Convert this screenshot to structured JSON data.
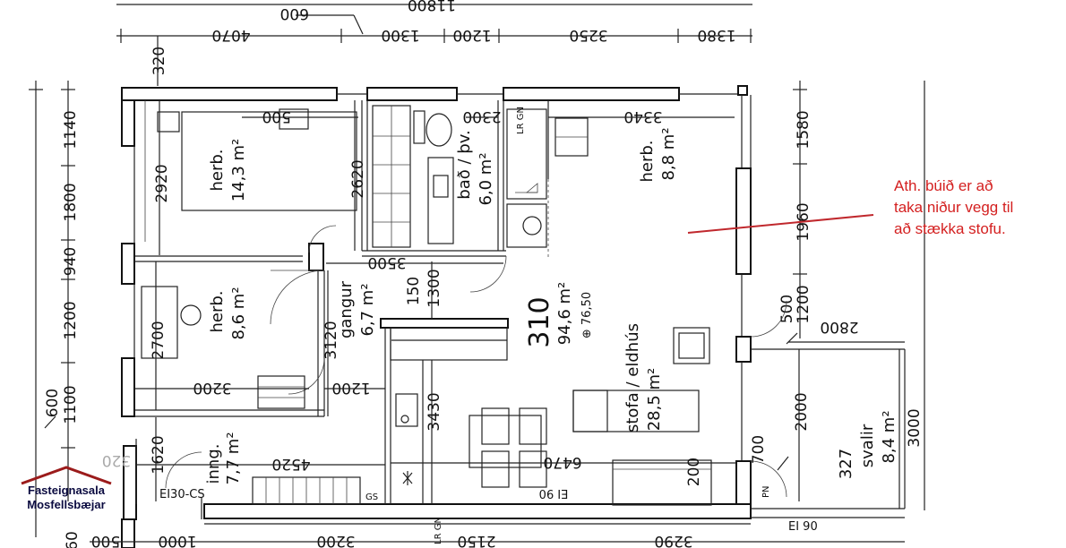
{
  "overall_dims": {
    "top_total": "11800",
    "top_600": "600",
    "top_segments": [
      "4070",
      "1300",
      "1200",
      "3250",
      "1380"
    ],
    "left_col": [
      "1140",
      "1800",
      "940",
      "1200",
      "1100",
      "600"
    ],
    "left_320": "320",
    "right_col": [
      "1580",
      "1960",
      "1200",
      "500",
      "2800"
    ]
  },
  "rooms": {
    "herb1": {
      "name": "herb.",
      "area": "14,3 m²"
    },
    "herb2": {
      "name": "herb.",
      "area": "8,6 m²"
    },
    "herb3": {
      "name": "herb.",
      "area": "8,8 m²"
    },
    "bad": {
      "name": "bað / þv.",
      "area": "6,0 m²"
    },
    "gangur": {
      "name": "gangur",
      "area": "6,7 m²"
    },
    "stofa": {
      "name": "stofa / eldhús",
      "area": "28,5 m²"
    },
    "inng": {
      "name": "inng.",
      "area": "7,7 m²"
    },
    "svalir": {
      "name": "svalir",
      "area": "8,4 m²",
      "number": "327"
    }
  },
  "apartment": {
    "number": "310",
    "area": "94,6 m²",
    "level": "⊕ 76,50"
  },
  "inner_dims": {
    "d_500": "500",
    "d_2920": "2920",
    "d_2620": "2620",
    "d_2300": "2300",
    "d_3340": "3340",
    "d_3500": "3500",
    "d_150": "150",
    "d_1300": "1300",
    "d_2700": "2700",
    "d_3120": "3120",
    "d_3200": "3200",
    "d_1200": "1200",
    "d_3430": "3430",
    "d_1620": "1620",
    "d_4520": "4520",
    "d_6470": "6470",
    "d_200": "200",
    "d_700": "700",
    "d_2000": "2000",
    "d_3000": "3000"
  },
  "labels": {
    "ei90_a": "EI 90",
    "ei30": "EI30-CS",
    "gs": "GS",
    "pn_a": "PN",
    "pn_b": "PN",
    "lr_gn": "LR GN",
    "lr_gn_b": "LR GN",
    "ei90_b": "EI 90"
  },
  "bottom_dims": [
    "60",
    "500",
    "1000",
    "3200",
    "2150",
    "3290"
  ],
  "mirror_320": "320",
  "note": {
    "lines": [
      "Ath. búið er að",
      "taka niður vegg til",
      "að stækka stofu."
    ],
    "color": "#d42020"
  },
  "logo": {
    "line1": "Fasteignasala",
    "line2": "Mosfellsbæjar",
    "roof_color": "#9b1b1b"
  }
}
